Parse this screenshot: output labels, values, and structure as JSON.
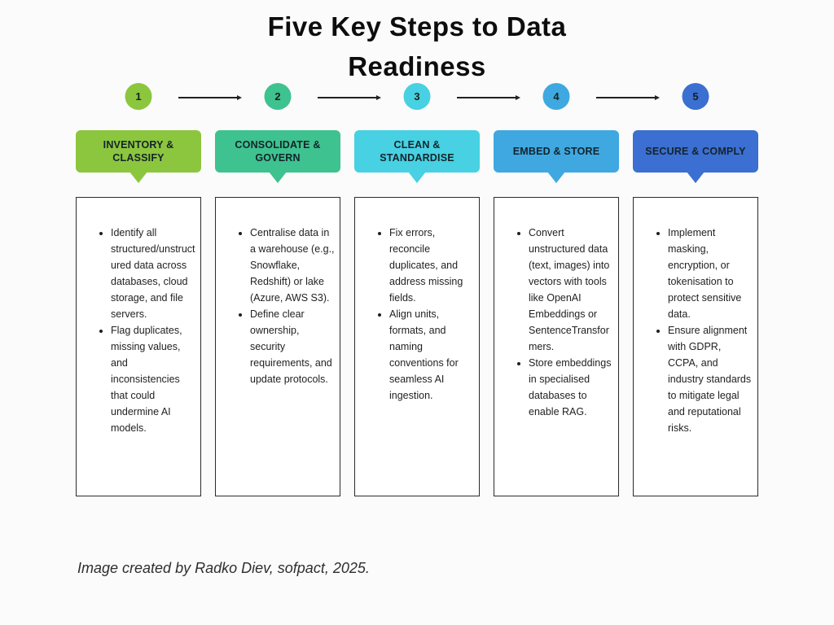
{
  "title": {
    "line1": "Five Key Steps to Data",
    "line2": "Readiness"
  },
  "steps": [
    {
      "number": "1",
      "color": "#8cc63e",
      "header": "INVENTORY & CLASSIFY",
      "bullets": [
        "Identify all structured/unstructured data across databases, cloud storage, and file servers.",
        "Flag duplicates, missing values, and inconsistencies that could undermine AI models."
      ]
    },
    {
      "number": "2",
      "color": "#3ec28f",
      "header": "CONSOLIDATE & GOVERN",
      "bullets": [
        "Centralise data in a warehouse (e.g., Snowflake, Redshift) or lake (Azure, AWS S3).",
        "Define clear ownership, security requirements, and update protocols."
      ]
    },
    {
      "number": "3",
      "color": "#47d1e2",
      "header": "CLEAN & STANDARDISE",
      "bullets": [
        "Fix errors, reconcile duplicates, and address missing fields.",
        "Align units, formats, and naming conventions for seamless AI ingestion."
      ]
    },
    {
      "number": "4",
      "color": "#3fa8e0",
      "header": "EMBED & STORE",
      "bullets": [
        "Convert unstructured data (text, images) into vectors with tools like OpenAI Embeddings or SentenceTransformers.",
        "Store embeddings in specialised databases to enable RAG."
      ]
    },
    {
      "number": "5",
      "color": "#3b6fd1",
      "header": "SECURE & COMPLY",
      "bullets": [
        "Implement masking, encryption, or tokenisation to protect sensitive data.",
        "Ensure alignment with GDPR, CCPA, and industry standards to mitigate legal and reputational risks."
      ]
    }
  ],
  "footer": {
    "credit": "Image created by Radko Diev, sofpact, 2025."
  }
}
